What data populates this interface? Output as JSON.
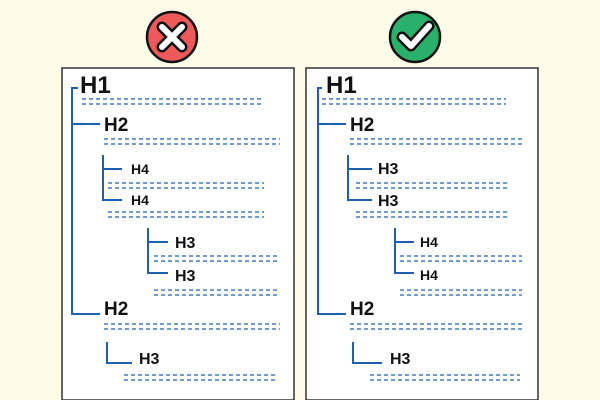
{
  "colors": {
    "background": "#fefbe9",
    "paper": "#ffffff",
    "border": "#333333",
    "tree_line": "#1f5fb0",
    "placeholder_line": "#1f5fb0",
    "wrong_badge": "#ee5a5a",
    "right_badge": "#29b06a",
    "badge_outline": "#111111"
  },
  "incorrect_example": {
    "badge_icon": "cross-icon",
    "headings": {
      "h1": "H1",
      "h2_first": "H2",
      "h4_first": "H4",
      "h4_second": "H4",
      "h3_first": "H3",
      "h3_second": "H3",
      "h2_second": "H2",
      "h3_third": "H3"
    }
  },
  "correct_example": {
    "badge_icon": "checkmark-icon",
    "headings": {
      "h1": "H1",
      "h2_first": "H2",
      "h3_first": "H3",
      "h3_second": "H3",
      "h4_first": "H4",
      "h4_second": "H4",
      "h2_second": "H2",
      "h3_third": "H3"
    }
  }
}
